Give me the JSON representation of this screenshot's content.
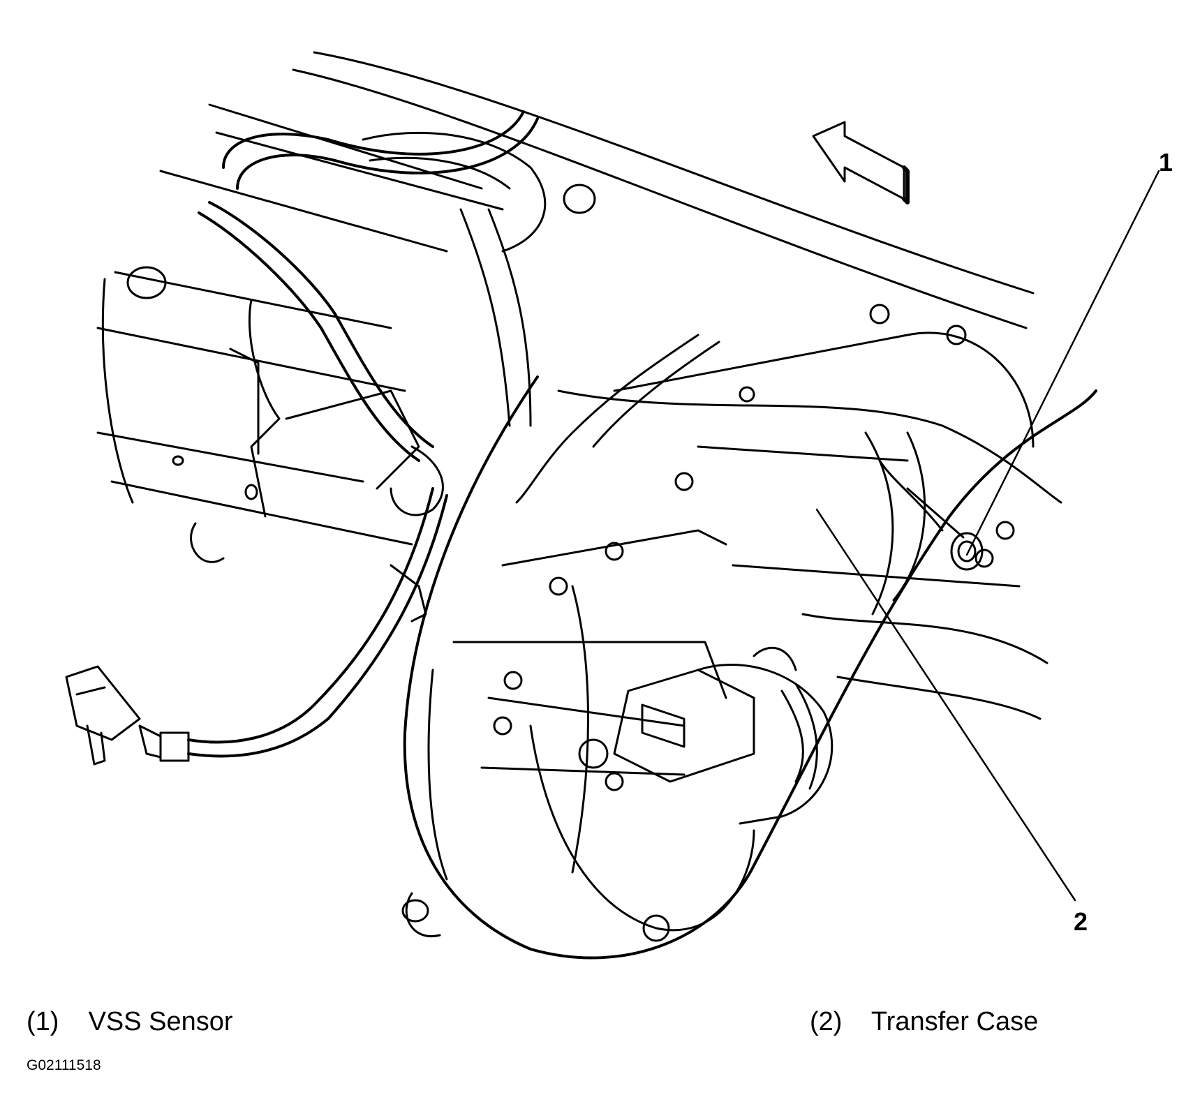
{
  "diagram": {
    "callouts": [
      {
        "id": "1",
        "legend_number": "(1)",
        "legend_label": "VSS Sensor"
      },
      {
        "id": "2",
        "legend_number": "(2)",
        "legend_label": "Transfer Case"
      }
    ],
    "figure_id": "G02111518",
    "colors": {
      "ink": "#000000",
      "background": "#ffffff"
    }
  }
}
